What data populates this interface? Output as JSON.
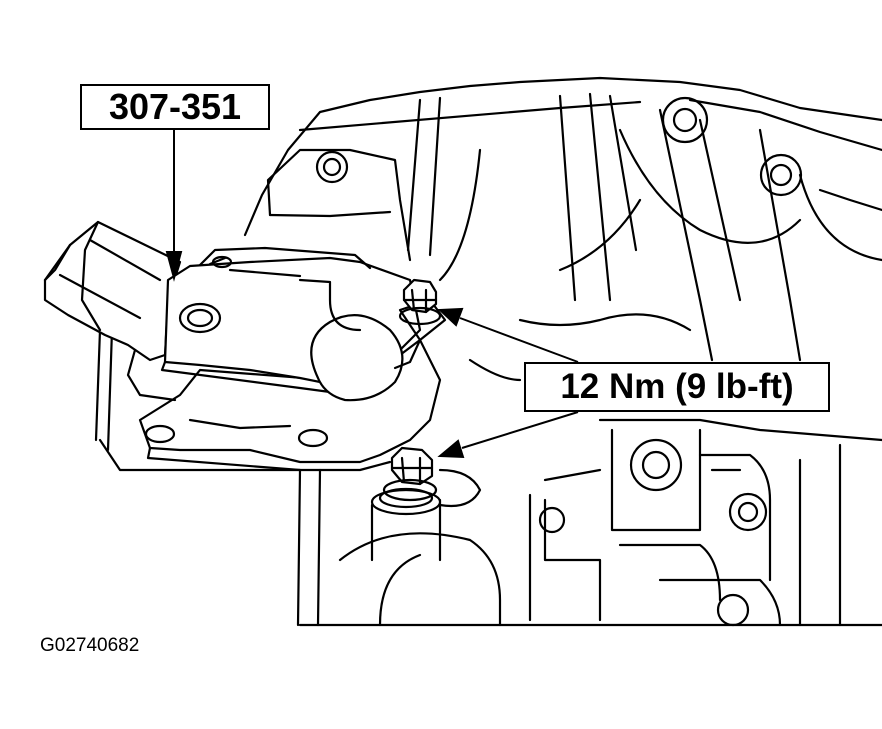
{
  "callouts": {
    "tool_number": "307-351",
    "torque_spec": "12 Nm (9 lb-ft)"
  },
  "figure_id": "G02740682",
  "colors": {
    "line": "#000000",
    "background": "#ffffff"
  }
}
